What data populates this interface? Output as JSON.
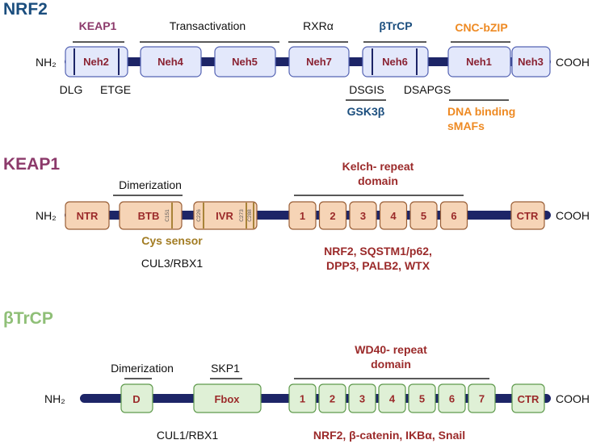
{
  "colors": {
    "backbone": "#1d2567",
    "nrf2_title": "#1b4e7e",
    "keap1_title": "#8c3a6b",
    "btrcp_title": "#8fbf77",
    "nrf2_fill": "#e3e8fb",
    "nrf2_stroke": "#5463b3",
    "nrf2_text": "#8a2333",
    "keap1_fill": "#f6d4b6",
    "keap1_stroke": "#9a5f37",
    "keap1_text": "#9b2a2a",
    "btrcp_fill": "#dff0d6",
    "btrcp_stroke": "#5f9a4d",
    "btrcp_text": "#9b2a2a",
    "ivr_stripe": "#a07a2a",
    "cys_sensor": "#a27c23",
    "blue_label": "#1b4e7e",
    "orange_label": "#ee8a23",
    "dark_red": "#9b2a2a",
    "purple_label": "#8c3a6b",
    "text": "#111111"
  },
  "nrf2": {
    "title": "NRF2",
    "nterm": "NH₂",
    "cterm": "COOH",
    "domains": {
      "neh2": "Neh2",
      "neh4": "Neh4",
      "neh5": "Neh5",
      "neh7": "Neh7",
      "neh6": "Neh6",
      "neh1": "Neh1",
      "neh3": "Neh3"
    },
    "labels": {
      "keap1": "KEAP1",
      "transactivation": "Transactivation",
      "rxra": "RXRα",
      "btrcp": "βTrCP",
      "cnc_bzip": "CNC-bZIP",
      "dlg": "DLG",
      "etge": "ETGE",
      "dsgis": "DSGIS",
      "dsapgs": "DSAPGS",
      "gsk3b": "GSK3β",
      "dna_binding": "DNA binding",
      "smafs": "sMAFs"
    }
  },
  "keap1": {
    "title": "KEAP1",
    "nterm": "NH₂",
    "cterm": "COOH",
    "domains": {
      "ntr": "NTR",
      "btb": "BTB",
      "ivr": "IVR",
      "ctr": "CTR"
    },
    "cysteines": {
      "c151": "C151",
      "c226": "C226",
      "c273": "C273",
      "c288": "C288"
    },
    "kelch_repeats": [
      "1",
      "2",
      "3",
      "4",
      "5",
      "6"
    ],
    "labels": {
      "dimerization": "Dimerization",
      "kelch_line1": "Kelch- repeat",
      "kelch_line2": "domain",
      "cys_sensor": "Cys sensor",
      "cul3": "CUL3/RBX1",
      "partners_line1": "NRF2, SQSTM1/p62,",
      "partners_line2": "DPP3, PALB2, WTX"
    }
  },
  "btrcp": {
    "title": "βTrCP",
    "nterm": "NH₂",
    "cterm": "COOH",
    "domains": {
      "d": "D",
      "fbox": "Fbox",
      "ctr": "CTR"
    },
    "wd40_repeats": [
      "1",
      "2",
      "3",
      "4",
      "5",
      "6",
      "7"
    ],
    "labels": {
      "dimerization": "Dimerization",
      "skp1": "SKP1",
      "wd40_line1": "WD40- repeat",
      "wd40_line2": "domain",
      "cul1": "CUL1/RBX1",
      "partners": "NRF2, β-catenin, IKBα, Snail"
    }
  }
}
